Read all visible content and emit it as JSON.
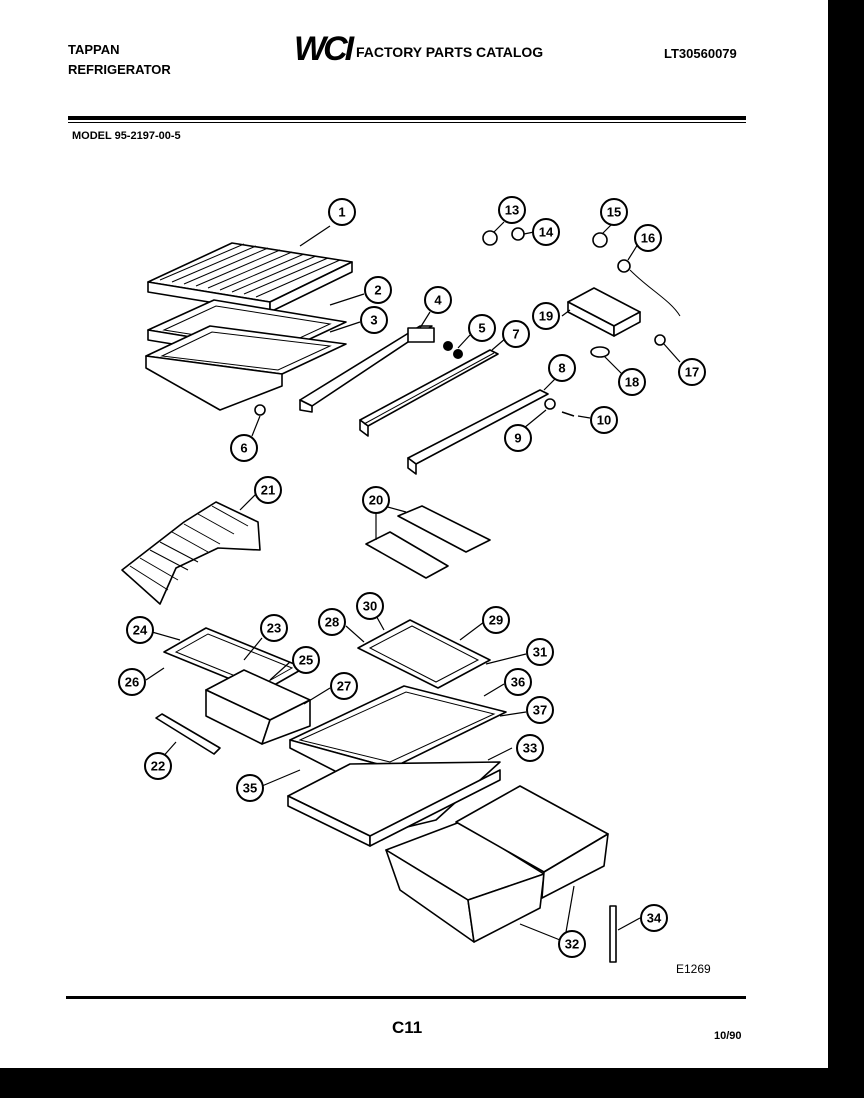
{
  "header": {
    "brand_line1": "TAPPAN",
    "brand_line2": "REFRIGERATOR",
    "logo": "WCI",
    "catalog_title": "FACTORY PARTS CATALOG",
    "catalog_code": "LT30560079"
  },
  "model": "MODEL 95-2197-00-5",
  "diagram": {
    "figure_code": "E1269",
    "callouts": [
      "1",
      "2",
      "3",
      "4",
      "5",
      "6",
      "7",
      "8",
      "9",
      "10",
      "13",
      "14",
      "15",
      "16",
      "17",
      "18",
      "19",
      "20",
      "21",
      "22",
      "23",
      "24",
      "25",
      "26",
      "27",
      "28",
      "29",
      "30",
      "31",
      "32",
      "33",
      "34",
      "35",
      "36",
      "37"
    ]
  },
  "footer": {
    "page": "C11",
    "date": "10/90"
  }
}
